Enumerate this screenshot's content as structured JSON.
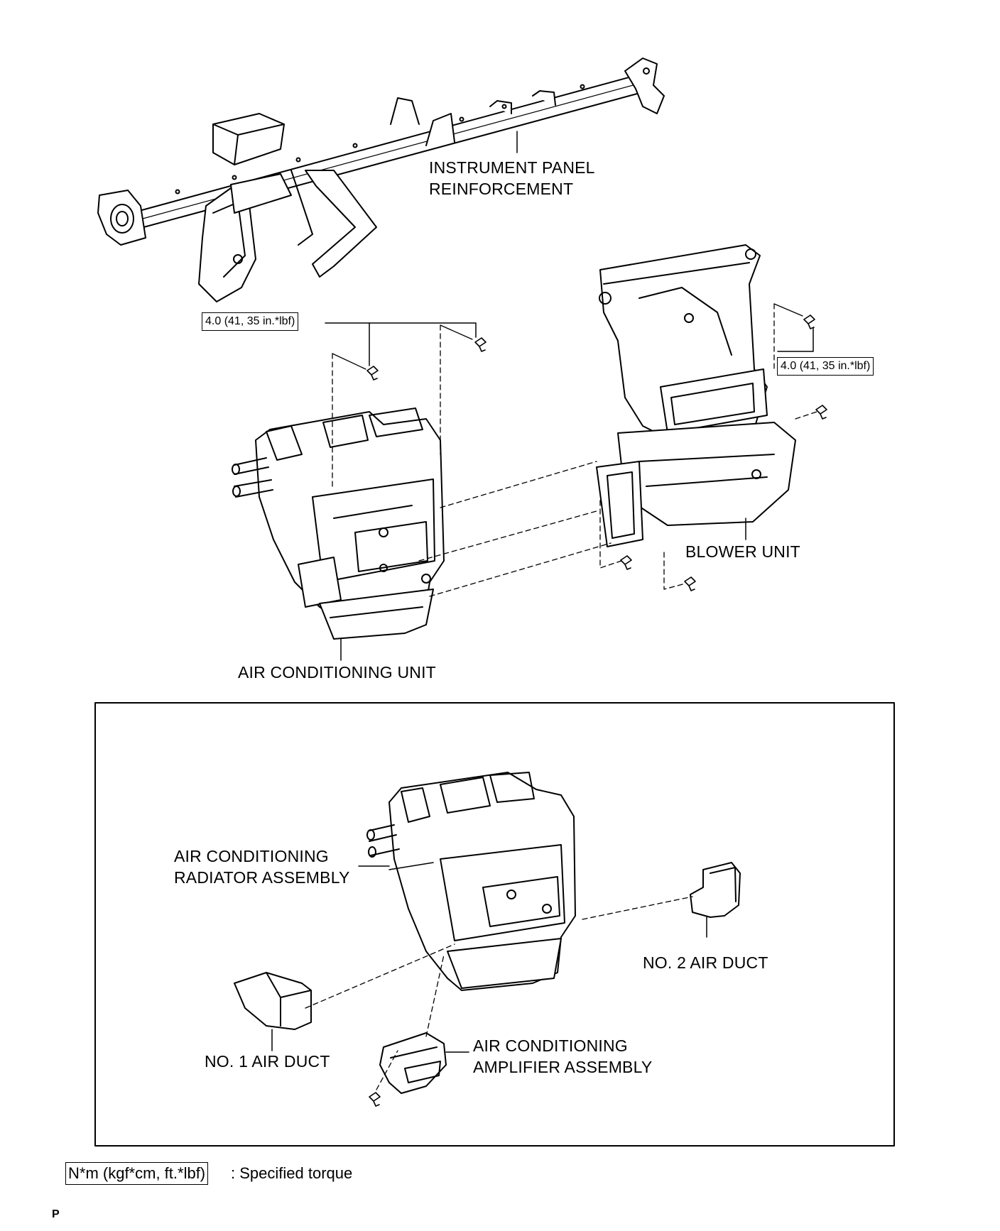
{
  "labels": {
    "ip_reinforcement_line1": "INSTRUMENT PANEL",
    "ip_reinforcement_line2": "REINFORCEMENT",
    "blower_unit": "BLOWER UNIT",
    "ac_unit": "AIR CONDITIONING UNIT",
    "radiator_line1": "AIR CONDITIONING",
    "radiator_line2": "RADIATOR ASSEMBLY",
    "no2_duct": "NO. 2 AIR DUCT",
    "no1_duct": "NO. 1 AIR DUCT",
    "amplifier_line1": "AIR CONDITIONING",
    "amplifier_line2": "AMPLIFIER ASSEMBLY"
  },
  "torque": {
    "left": "4.0 (41, 35 in.*lbf)",
    "right": "4.0 (41, 35 in.*lbf)"
  },
  "legend": {
    "box": "N*m (kgf*cm, ft.*lbf)",
    "text": ": Specified torque"
  },
  "page_mark": "P"
}
